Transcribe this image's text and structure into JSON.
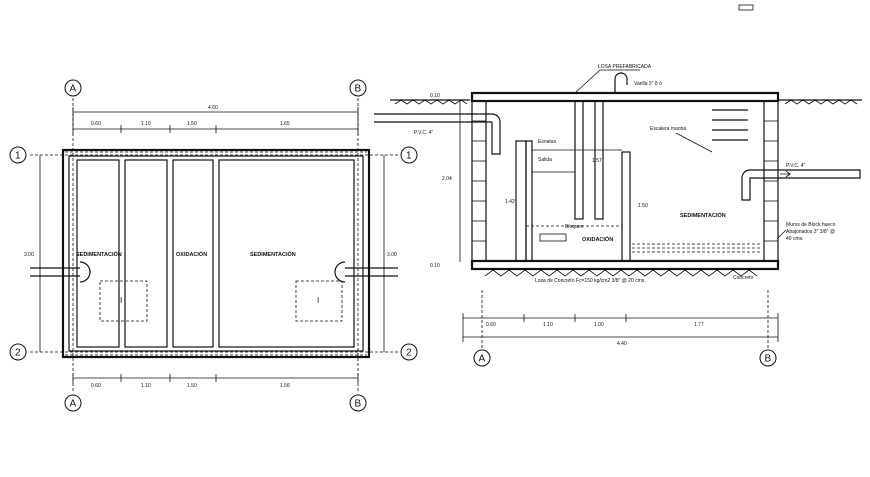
{
  "grid_labels": {
    "a": "A",
    "b": "B",
    "one": "1",
    "two": "2"
  },
  "plan": {
    "top_total": "4.60",
    "top_segments": [
      "0.60",
      "1.10",
      "1.50",
      "1.65"
    ],
    "bottom_segments": [
      "0.60",
      "1.10",
      "1.50",
      "1.56"
    ],
    "left_height": "3.00",
    "right_height": "3.00",
    "chamber_labels": [
      "SEDIMENTACIÓN",
      "OXIDACIÓN",
      "SEDIMENTACIÓN"
    ],
    "manhole_mark": "I"
  },
  "section": {
    "loza": "LOSA PREFABRICADA",
    "varilla": "Varilla 3\" 8 ó",
    "level_top": "0.10",
    "pvc_left": "P.V.C. 4\"",
    "pvc_right": "P.V.C. 4\"",
    "esnatas": "Esnatas",
    "salida": "Salida",
    "h157": "1.57",
    "height_left": "2.04",
    "h142": "1.42",
    "h150": "1.50",
    "escalera": "Escalera marina",
    "sedimentacion": "SEDIMENTACIÓN",
    "bloqueo": "Bloqueo",
    "oxidacion": "OXIDACIÓN",
    "level_bottom": "0.10",
    "muro_note_1": "Muros de Block hueco",
    "muro_note_2": "Abajonados 3\" 3/8\" @",
    "muro_note_3": "40 cms.",
    "losa_fondo": "Losa de Concreto Fc=150 kg/cm2 3/8\" @ 20 cms.",
    "concreto": "Concreto",
    "bottom_segments": [
      "0.60",
      "1.10",
      "1.00",
      "1.77"
    ],
    "bottom_total": "4.40"
  }
}
